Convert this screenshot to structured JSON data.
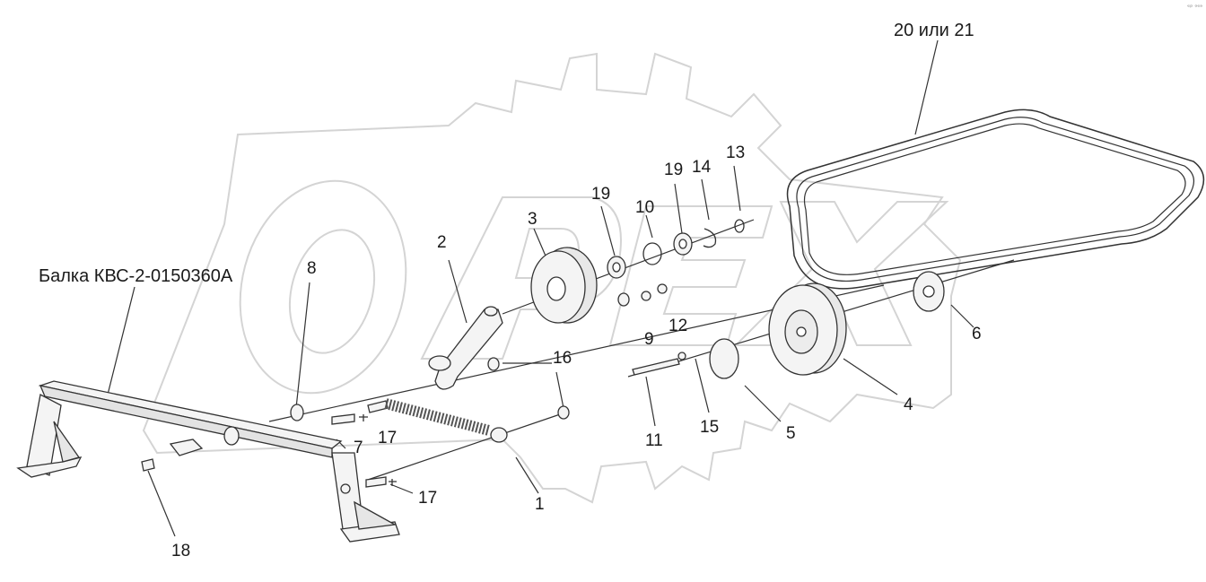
{
  "watermark": {
    "icon": "orex-gear-logo-icon",
    "text": "OPEX",
    "color": "#e6e6e6"
  },
  "colors": {
    "line": "#333333",
    "part_fill": "#f2f2f2",
    "part_shade": "#cfcfcf",
    "watermark": "#d9d9d9"
  },
  "corner_mark": "ᵉᵖ ᵒᵉᵃ",
  "labels": {
    "beam": "Балка КВС-2-0150360А",
    "belt": "20 или 21",
    "p1": "1",
    "p2": "2",
    "p3": "3",
    "p4": "4",
    "p5": "5",
    "p6": "6",
    "p7": "7",
    "p8": "8",
    "p9": "9",
    "p10": "10",
    "p11": "11",
    "p12": "12",
    "p13": "13",
    "p14": "14",
    "p15": "15",
    "p16": "16",
    "p17a": "17",
    "p17b": "17",
    "p18": "18",
    "p19a": "19",
    "p19b": "19"
  }
}
